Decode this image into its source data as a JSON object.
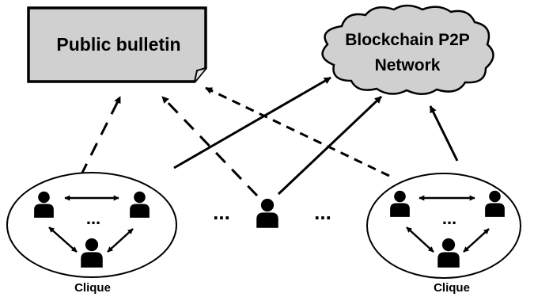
{
  "nodes": {
    "bulletin": {
      "label": "Public bulletin"
    },
    "network": {
      "line1": "Blockchain P2P",
      "line2": "Network"
    }
  },
  "cliques": {
    "left": {
      "label": "Clique",
      "ellipsis": "..."
    },
    "right": {
      "label": "Clique",
      "ellipsis": "..."
    }
  },
  "between": {
    "left_ellipsis": "...",
    "right_ellipsis": "..."
  },
  "colors": {
    "stroke": "#000000",
    "bulletin_fill": "#d0d0d0",
    "cloud_fill": "#d0d0d0"
  },
  "icons": [
    "person-icon"
  ]
}
